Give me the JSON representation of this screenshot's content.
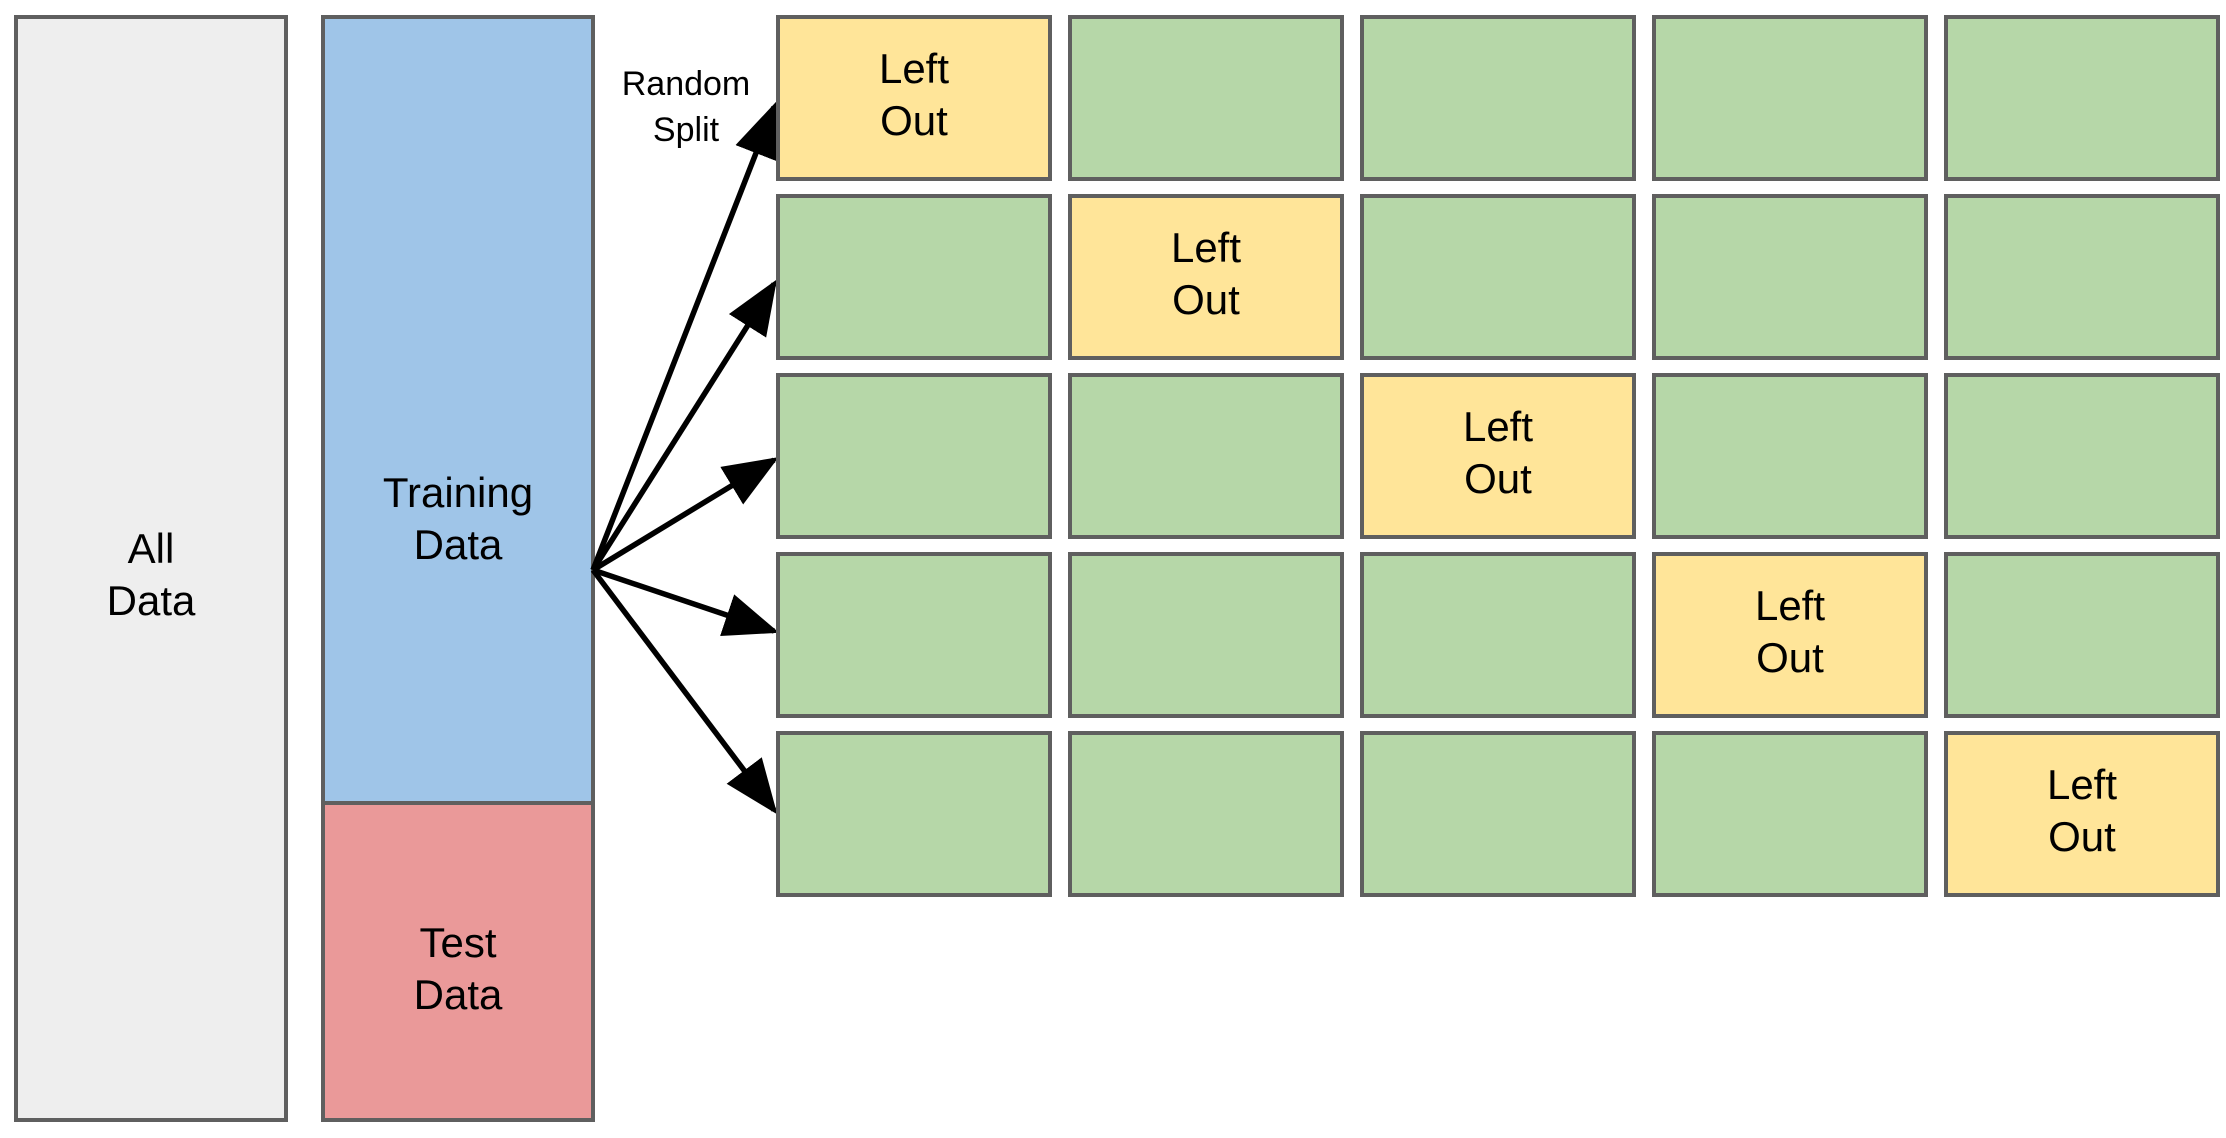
{
  "colors": {
    "all_data": "#eeeeee",
    "training": "#9fc5e8",
    "test": "#ea9999",
    "fold": "#b6d7a8",
    "left_out": "#ffe599",
    "border": "#5f5f5f",
    "arrow": "#000000"
  },
  "all_data": {
    "line1": "All",
    "line2": "Data"
  },
  "training": {
    "line1": "Training",
    "line2": "Data"
  },
  "test": {
    "line1": "Test",
    "line2": "Data"
  },
  "split_label": {
    "line1": "Random",
    "line2": "Split"
  },
  "folds": {
    "count": 5,
    "left_out_label": {
      "line1": "Left",
      "line2": "Out"
    },
    "rows": [
      {
        "left_out_index": 0
      },
      {
        "left_out_index": 1
      },
      {
        "left_out_index": 2
      },
      {
        "left_out_index": 3
      },
      {
        "left_out_index": 4
      }
    ]
  }
}
